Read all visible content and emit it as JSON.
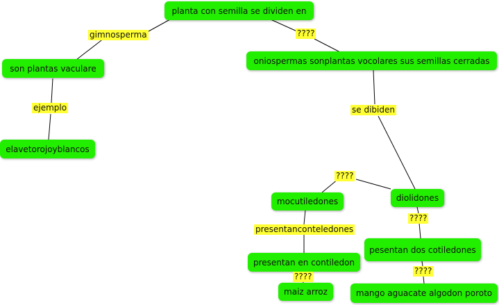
{
  "colors": {
    "node_fill": "#22ee00",
    "label_fill": "#ffff33",
    "line": "#000000"
  },
  "nodes": {
    "root": "planta con semilla se dividen en",
    "gimno": "son plantas vaculare",
    "ejemplo_gimno": "elavetorojoyblancos",
    "angio": "oniospermas sonplantas vocolares sus semillas cerradas",
    "mono": "mocutiledones",
    "dico": "diolidones",
    "mono_desc": "presentan en contiledon",
    "mono_ej": "maiz arroz",
    "dico_desc": "pesentan dos cotiledones",
    "dico_ej": "mango aguacate algodon poroto"
  },
  "links": {
    "gimnosperma": "gimnosperma",
    "root_angio": "????",
    "ejemplo": "ejemplo",
    "se_dibiden": "se dibiden",
    "split": "????",
    "presentan": "presentanconteledones",
    "mono_ej": "????",
    "dico_desc": "????",
    "dico_ej": "????"
  }
}
